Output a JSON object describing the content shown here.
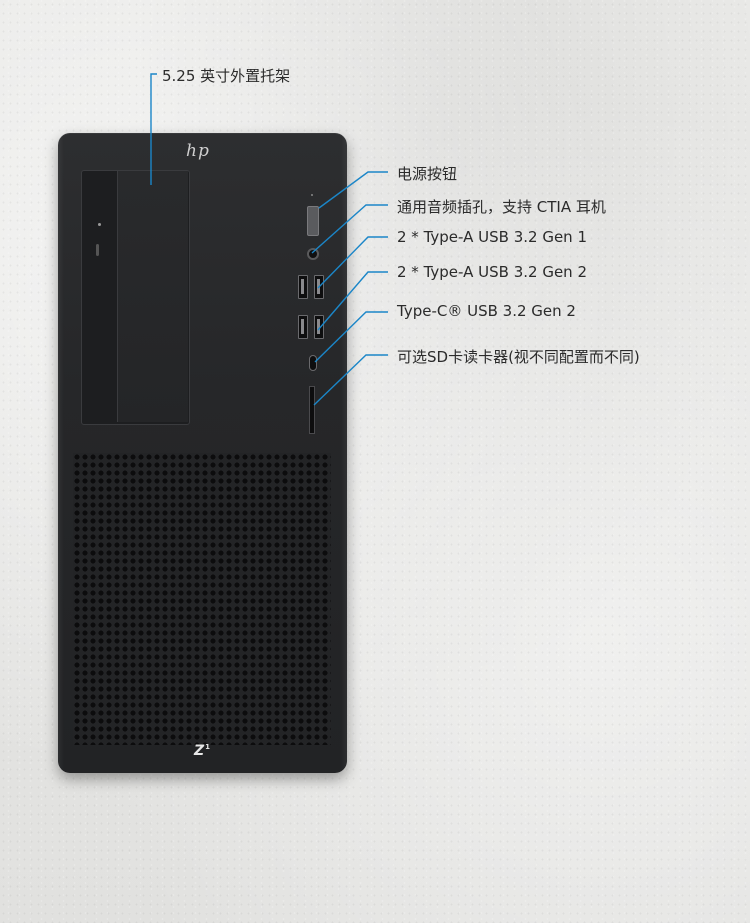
{
  "brand": {
    "hp_logo_text": "hp",
    "model_logo_text": "Z",
    "model_logo_suffix": "1"
  },
  "callouts": {
    "drive_bay": "5.25 英寸外置托架",
    "power_button": "电源按钮",
    "audio_jack": "通用音频插孔，支持 CTIA 耳机",
    "usb_a_gen1": "2 * Type-A USB 3.2 Gen 1",
    "usb_a_gen2": "2 * Type-A USB 3.2 Gen 2",
    "usb_c": "Type-C® USB 3.2 Gen 2",
    "sd_reader": "可选SD卡读卡器(视不同配置而不同)"
  },
  "colors": {
    "leader_line": "#1b86c8",
    "label_text": "#2b2b2b",
    "tower_body": "#262729"
  }
}
